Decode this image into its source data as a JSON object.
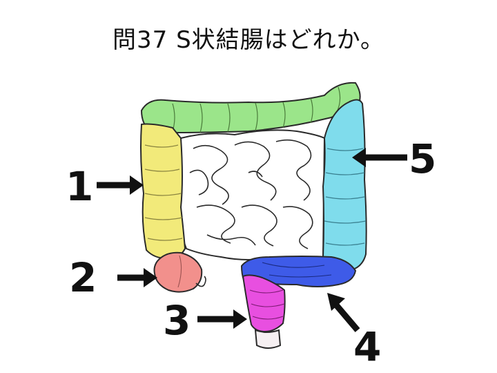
{
  "question": {
    "title": "問37 S状結腸はどれか。"
  },
  "labels": [
    "1",
    "2",
    "3",
    "4",
    "5"
  ],
  "colors": {
    "transverse": "#9be58a",
    "ascending": "#f2ea7a",
    "cecum": "#f2908c",
    "sigmoid": "#e84fe0",
    "rectum_lower": "#f6f0f2",
    "descending_upper": "#3e5be8",
    "descending": "#7fdcec",
    "small_intestine": "#ffffff",
    "outline": "#2a2a2a",
    "arrow": "#111111"
  }
}
